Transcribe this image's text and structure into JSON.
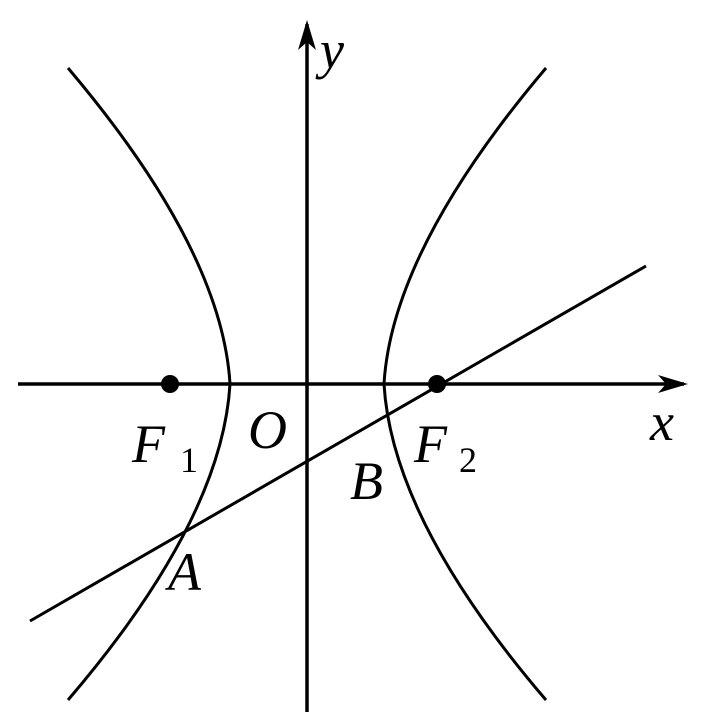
{
  "labels": {
    "y_axis": "y",
    "x_axis": "x",
    "origin": "O",
    "focus_left": "F",
    "focus_left_sub": "1",
    "focus_right": "F",
    "focus_right_sub": "2",
    "point_a": "A",
    "point_b": "B"
  },
  "colors": {
    "stroke": "#000000",
    "background": "#ffffff"
  }
}
